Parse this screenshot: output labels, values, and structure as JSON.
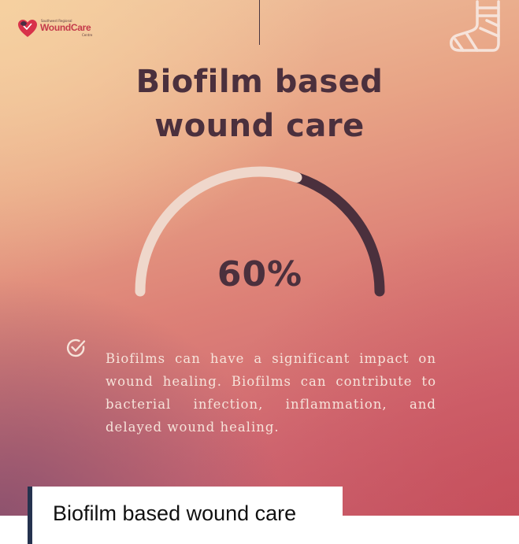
{
  "logo": {
    "small_line": "Southwest Regional",
    "name": "WoundCare",
    "sub_line": "Centre",
    "colors": {
      "heart_red": "#d8324a",
      "heart_dark": "#4a2d42",
      "text": "#c43a4a"
    }
  },
  "header": {
    "title_line1": "Biofilm based",
    "title_line2": "wound care",
    "icon": "bandaged-foot-icon"
  },
  "gauge": {
    "value_label": "60%",
    "percent": 60,
    "colors": {
      "filled": "#efd7cb",
      "remaining": "#4b303d"
    }
  },
  "body": {
    "icon": "check-circle-icon",
    "text": "Biofilms can have a significant impact on wound healing. Biofilms can contribute to bacterial infection, inflammation, and delayed wound healing."
  },
  "caption": {
    "text": "Biofilm based wound care",
    "accent": "#25324e"
  }
}
